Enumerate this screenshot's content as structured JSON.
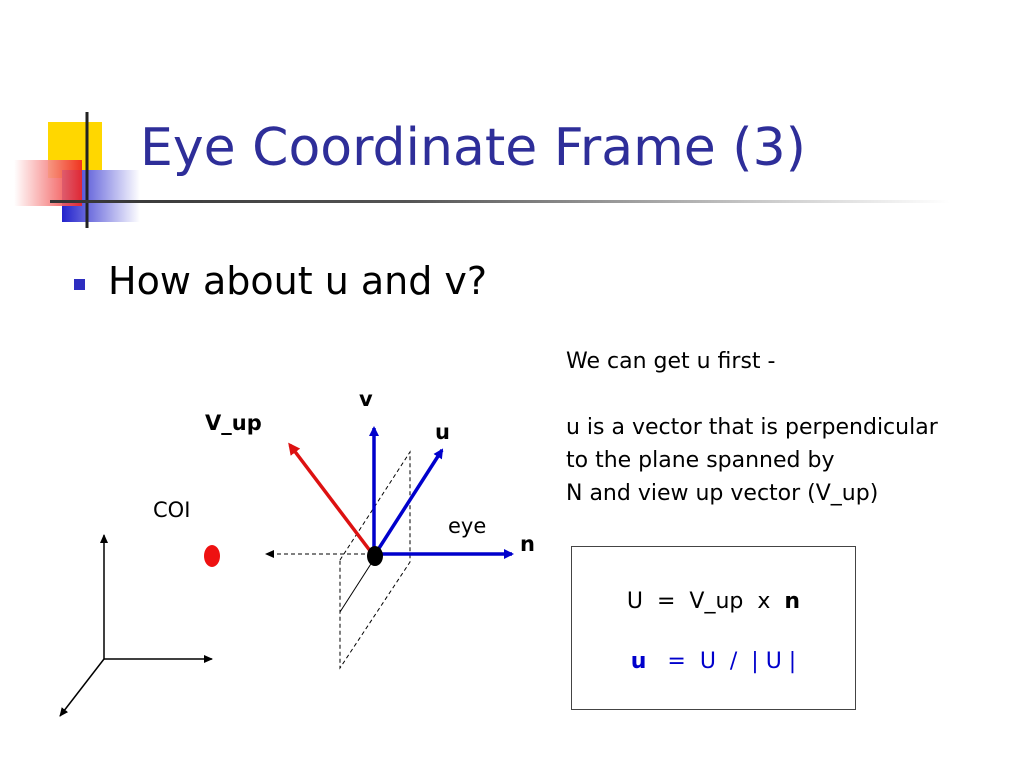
{
  "slide": {
    "title": "Eye Coordinate Frame (3)",
    "bullet": "How about u and v?"
  },
  "text_block": {
    "line1": "We can get  u  first  -",
    "line2": "u is a vector that is perpendicular",
    "line3": "to the plane spanned by",
    "line4": "N and view up vector (V_up)"
  },
  "formula_box": {
    "f1_prefix": "U  =  V_up  x  ",
    "f1_bold": "n",
    "f2_bold": "u",
    "f2_suffix": "   =  U  /  | U |"
  },
  "diagram": {
    "label_v": "v",
    "label_vup": "V_up",
    "label_u": "u",
    "label_coi": "COI",
    "label_eye": "eye",
    "label_n": "n"
  },
  "colors": {
    "title": "#2e2e99",
    "accent_blue": "#0000cc",
    "accent_red": "#dd1111",
    "deco_yellow": "#ffd700",
    "deco_red": "#ee2222",
    "deco_blue": "#2222cc"
  }
}
